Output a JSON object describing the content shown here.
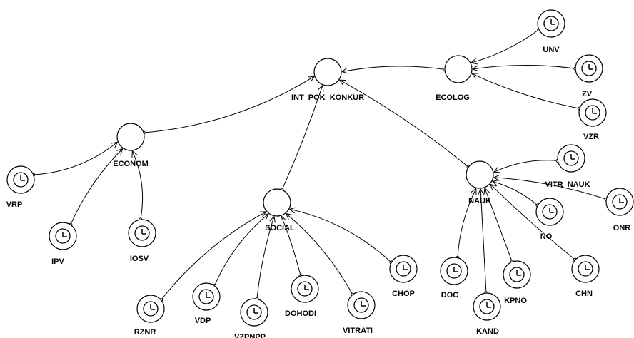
{
  "nodes": [
    {
      "id": "int",
      "label": "INT_POK_KONKUR",
      "type": "aux"
    },
    {
      "id": "ecolog",
      "label": "ECOLOG",
      "type": "aux"
    },
    {
      "id": "econom",
      "label": "ECONOM",
      "type": "aux"
    },
    {
      "id": "social",
      "label": "SOCIAL",
      "type": "aux"
    },
    {
      "id": "nauk",
      "label": "NAUK",
      "type": "aux"
    },
    {
      "id": "unv",
      "label": "UNV",
      "type": "input"
    },
    {
      "id": "zv",
      "label": "ZV",
      "type": "input"
    },
    {
      "id": "vzr",
      "label": "VZR",
      "type": "input"
    },
    {
      "id": "vrp",
      "label": "VRP",
      "type": "input"
    },
    {
      "id": "ipv",
      "label": "IPV",
      "type": "input"
    },
    {
      "id": "iosv",
      "label": "IOSV",
      "type": "input"
    },
    {
      "id": "rznr",
      "label": "RZNR",
      "type": "input"
    },
    {
      "id": "vdp",
      "label": "VDP",
      "type": "input"
    },
    {
      "id": "vzpnpp",
      "label": "VZPNPP",
      "type": "input"
    },
    {
      "id": "dohodi",
      "label": "DOHODI",
      "type": "input"
    },
    {
      "id": "vitrati",
      "label": "VITRATI",
      "type": "input"
    },
    {
      "id": "chop",
      "label": "CHOP",
      "type": "input"
    },
    {
      "id": "vitrnauk",
      "label": "VITR_NAUK",
      "type": "input"
    },
    {
      "id": "onr",
      "label": "ONR",
      "type": "input"
    },
    {
      "id": "no",
      "label": "NO",
      "type": "input"
    },
    {
      "id": "chn",
      "label": "CHN",
      "type": "input"
    },
    {
      "id": "kpno",
      "label": "KPNO",
      "type": "input"
    },
    {
      "id": "kand",
      "label": "KAND",
      "type": "input"
    },
    {
      "id": "doc",
      "label": "DOC",
      "type": "input"
    }
  ],
  "edges": [
    {
      "from": "unv",
      "to": "ecolog"
    },
    {
      "from": "zv",
      "to": "ecolog"
    },
    {
      "from": "vzr",
      "to": "ecolog"
    },
    {
      "from": "ecolog",
      "to": "int"
    },
    {
      "from": "econom",
      "to": "int"
    },
    {
      "from": "social",
      "to": "int"
    },
    {
      "from": "nauk",
      "to": "int"
    },
    {
      "from": "vrp",
      "to": "econom"
    },
    {
      "from": "ipv",
      "to": "econom"
    },
    {
      "from": "iosv",
      "to": "econom"
    },
    {
      "from": "rznr",
      "to": "social"
    },
    {
      "from": "vdp",
      "to": "social"
    },
    {
      "from": "vzpnpp",
      "to": "social"
    },
    {
      "from": "dohodi",
      "to": "social"
    },
    {
      "from": "vitrati",
      "to": "social"
    },
    {
      "from": "chop",
      "to": "social"
    },
    {
      "from": "vitrnauk",
      "to": "nauk"
    },
    {
      "from": "onr",
      "to": "nauk"
    },
    {
      "from": "no",
      "to": "nauk"
    },
    {
      "from": "chn",
      "to": "nauk"
    },
    {
      "from": "kpno",
      "to": "nauk"
    },
    {
      "from": "kand",
      "to": "nauk"
    },
    {
      "from": "doc",
      "to": "nauk"
    }
  ]
}
